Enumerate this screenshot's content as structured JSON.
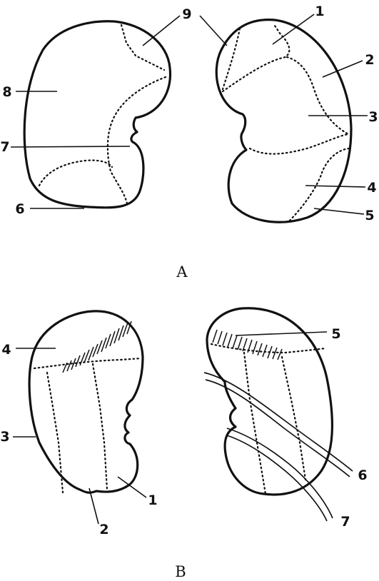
{
  "panels": [
    {
      "id": "A",
      "label": "A",
      "kidneys": [
        {
          "side": "left",
          "labels": [
            "9",
            "8",
            "7",
            "6"
          ]
        },
        {
          "side": "right",
          "labels": [
            "1",
            "2",
            "3",
            "4",
            "5"
          ]
        }
      ]
    },
    {
      "id": "B",
      "label": "B",
      "kidneys": [
        {
          "side": "left",
          "labels": [
            "4",
            "3",
            "1",
            "2"
          ]
        },
        {
          "side": "right",
          "labels": [
            "5",
            "6",
            "7"
          ]
        }
      ]
    }
  ]
}
